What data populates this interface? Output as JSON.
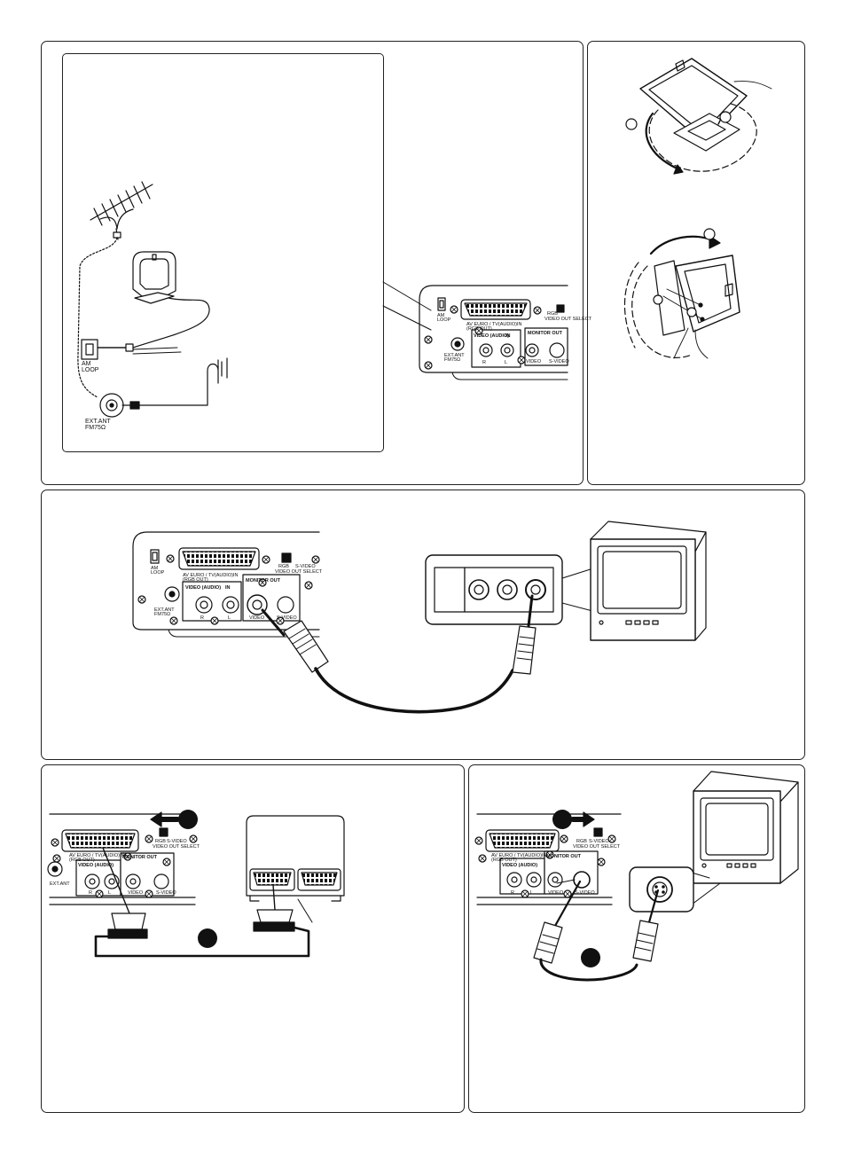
{
  "antenna_panel": {
    "am_label_1": "AM",
    "am_label_2": "LOOP",
    "fm_label_1": "EXT.ANT",
    "fm_label_2": "FM75Ω"
  },
  "rear_panel": {
    "am_1": "AM",
    "am_2": "LOOP",
    "av_1": "AV EURO / TV(AUDIO)IN",
    "av_2": "(RGB OUT)",
    "video_audio": "VIDEO (AUDIO)",
    "in": "IN",
    "monitor_out": "MONITOR OUT",
    "rgb": "RGB",
    "svideo": "S-VIDEO",
    "video_out_select": "VIDEO OUT SELECT",
    "ext_1": "EXT.ANT",
    "ext_2": "FM75Ω",
    "r": "R",
    "l": "L",
    "video": "VIDEO"
  },
  "colors": {
    "line": "#111111",
    "badge": "#111111",
    "background": "#ffffff"
  }
}
